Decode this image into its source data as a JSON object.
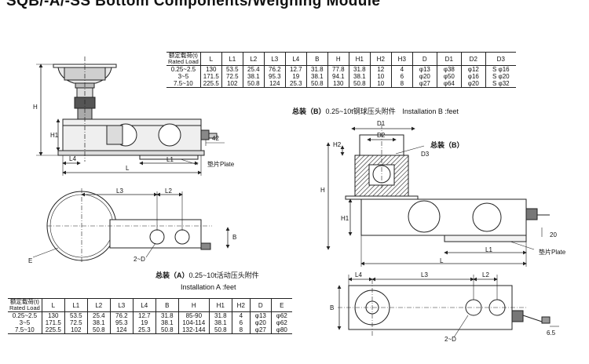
{
  "page": {
    "title": "SQB/-A/-SS Bottom Components/Weighing Module"
  },
  "table_b": {
    "headers": [
      "额定载荷(t)\nRated Load",
      "L",
      "L1",
      "L2",
      "L3",
      "L4",
      "B",
      "H",
      "H1",
      "H2",
      "H3",
      "D",
      "D1",
      "D2",
      "D3"
    ],
    "rows": [
      [
        "0.25~2.5",
        "130",
        "53.5",
        "25.4",
        "76.2",
        "12.7",
        "31.8",
        "77.8",
        "31.8",
        "12",
        "4",
        "φ13",
        "φ38",
        "φ12",
        "S φ16"
      ],
      [
        "3~5",
        "171.5",
        "72.5",
        "38.1",
        "95.3",
        "19",
        "38.1",
        "94.1",
        "38.1",
        "10",
        "6",
        "φ20",
        "φ50",
        "φ16",
        "S φ20"
      ],
      [
        "7.5~10",
        "225.5",
        "102",
        "50.8",
        "124",
        "25.3",
        "50.8",
        "130",
        "50.8",
        "10",
        "8",
        "φ27",
        "φ64",
        "φ20",
        "S φ32"
      ]
    ]
  },
  "table_a": {
    "headers": [
      "额定载荷(t)\nRated Load",
      "L",
      "L1",
      "L2",
      "L3",
      "L4",
      "B",
      "H",
      "H1",
      "H2",
      "D",
      "E"
    ],
    "rows": [
      [
        "0.25~2.5",
        "130",
        "53.5",
        "25.4",
        "76.2",
        "12.7",
        "31.8",
        "85-90",
        "31.8",
        "4",
        "φ13",
        "φ62"
      ],
      [
        "3~5",
        "171.5",
        "72.5",
        "38.1",
        "95.3",
        "19",
        "38.1",
        "104-114",
        "38.1",
        "6",
        "φ20",
        "φ62"
      ],
      [
        "7.5~10",
        "225.5",
        "102",
        "50.8",
        "124",
        "25.3",
        "50.8",
        "132-144",
        "50.8",
        "8",
        "φ27",
        "φ80"
      ]
    ]
  },
  "captions": {
    "b_title_zh": "总装（B）",
    "b_title_rest": "0.25~10t钢球压头附件",
    "b_title_en": "Installation B :feet",
    "b_label": "总装（B）",
    "a_title_zh": "总装（A）",
    "a_title_rest": "0.25~10t活动压头附件",
    "a_title_en": "Installation A :feet"
  },
  "dims": {
    "H": "H",
    "H1": "H1",
    "H2": "H2",
    "L": "L",
    "L1": "L1",
    "L2": "L2",
    "L3": "L3",
    "L4": "L4",
    "B": "B",
    "D1": "D1",
    "D2": "D2",
    "D3": "D3",
    "E": "E",
    "two_d": "2~D",
    "v42": "42",
    "v20": "20",
    "v65": "6.5",
    "plate": "垫片Plate"
  }
}
